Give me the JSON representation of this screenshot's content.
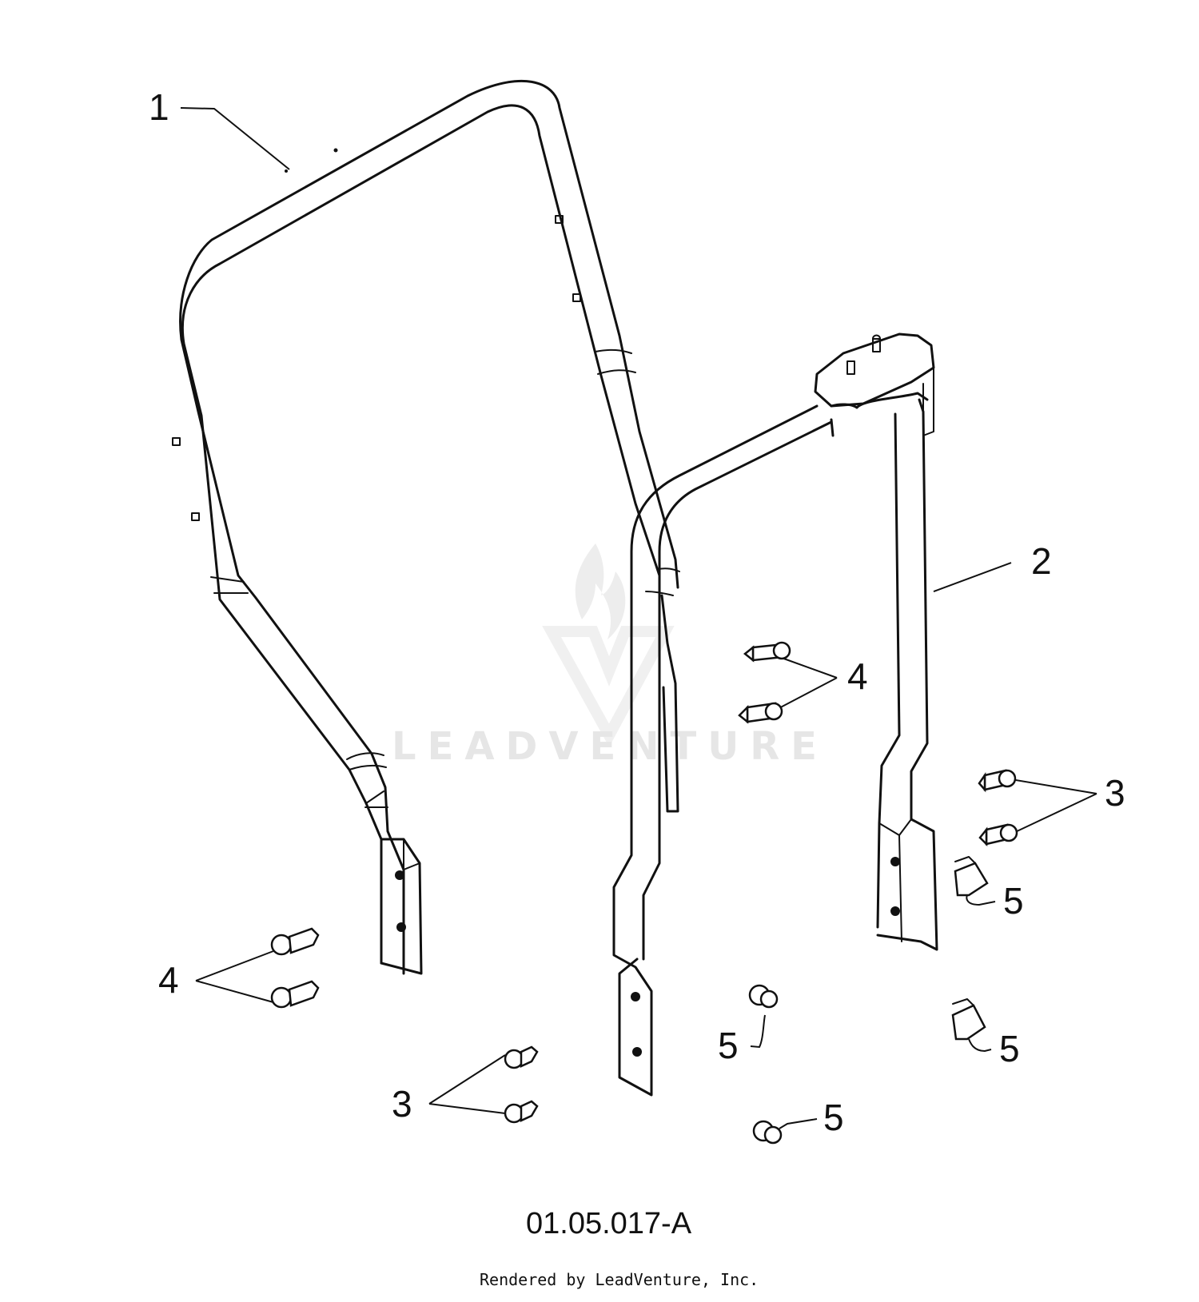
{
  "diagram": {
    "drawing_code": "01.05.017-A",
    "credit": "Rendered by LeadVenture, Inc.",
    "watermark": "LEADVENTURE",
    "callouts": {
      "c1": "1",
      "c2": "2",
      "c3a": "3",
      "c3b": "3",
      "c4a": "4",
      "c4b": "4",
      "c5a": "5",
      "c5b": "5",
      "c5c": "5",
      "c5d": "5"
    }
  }
}
